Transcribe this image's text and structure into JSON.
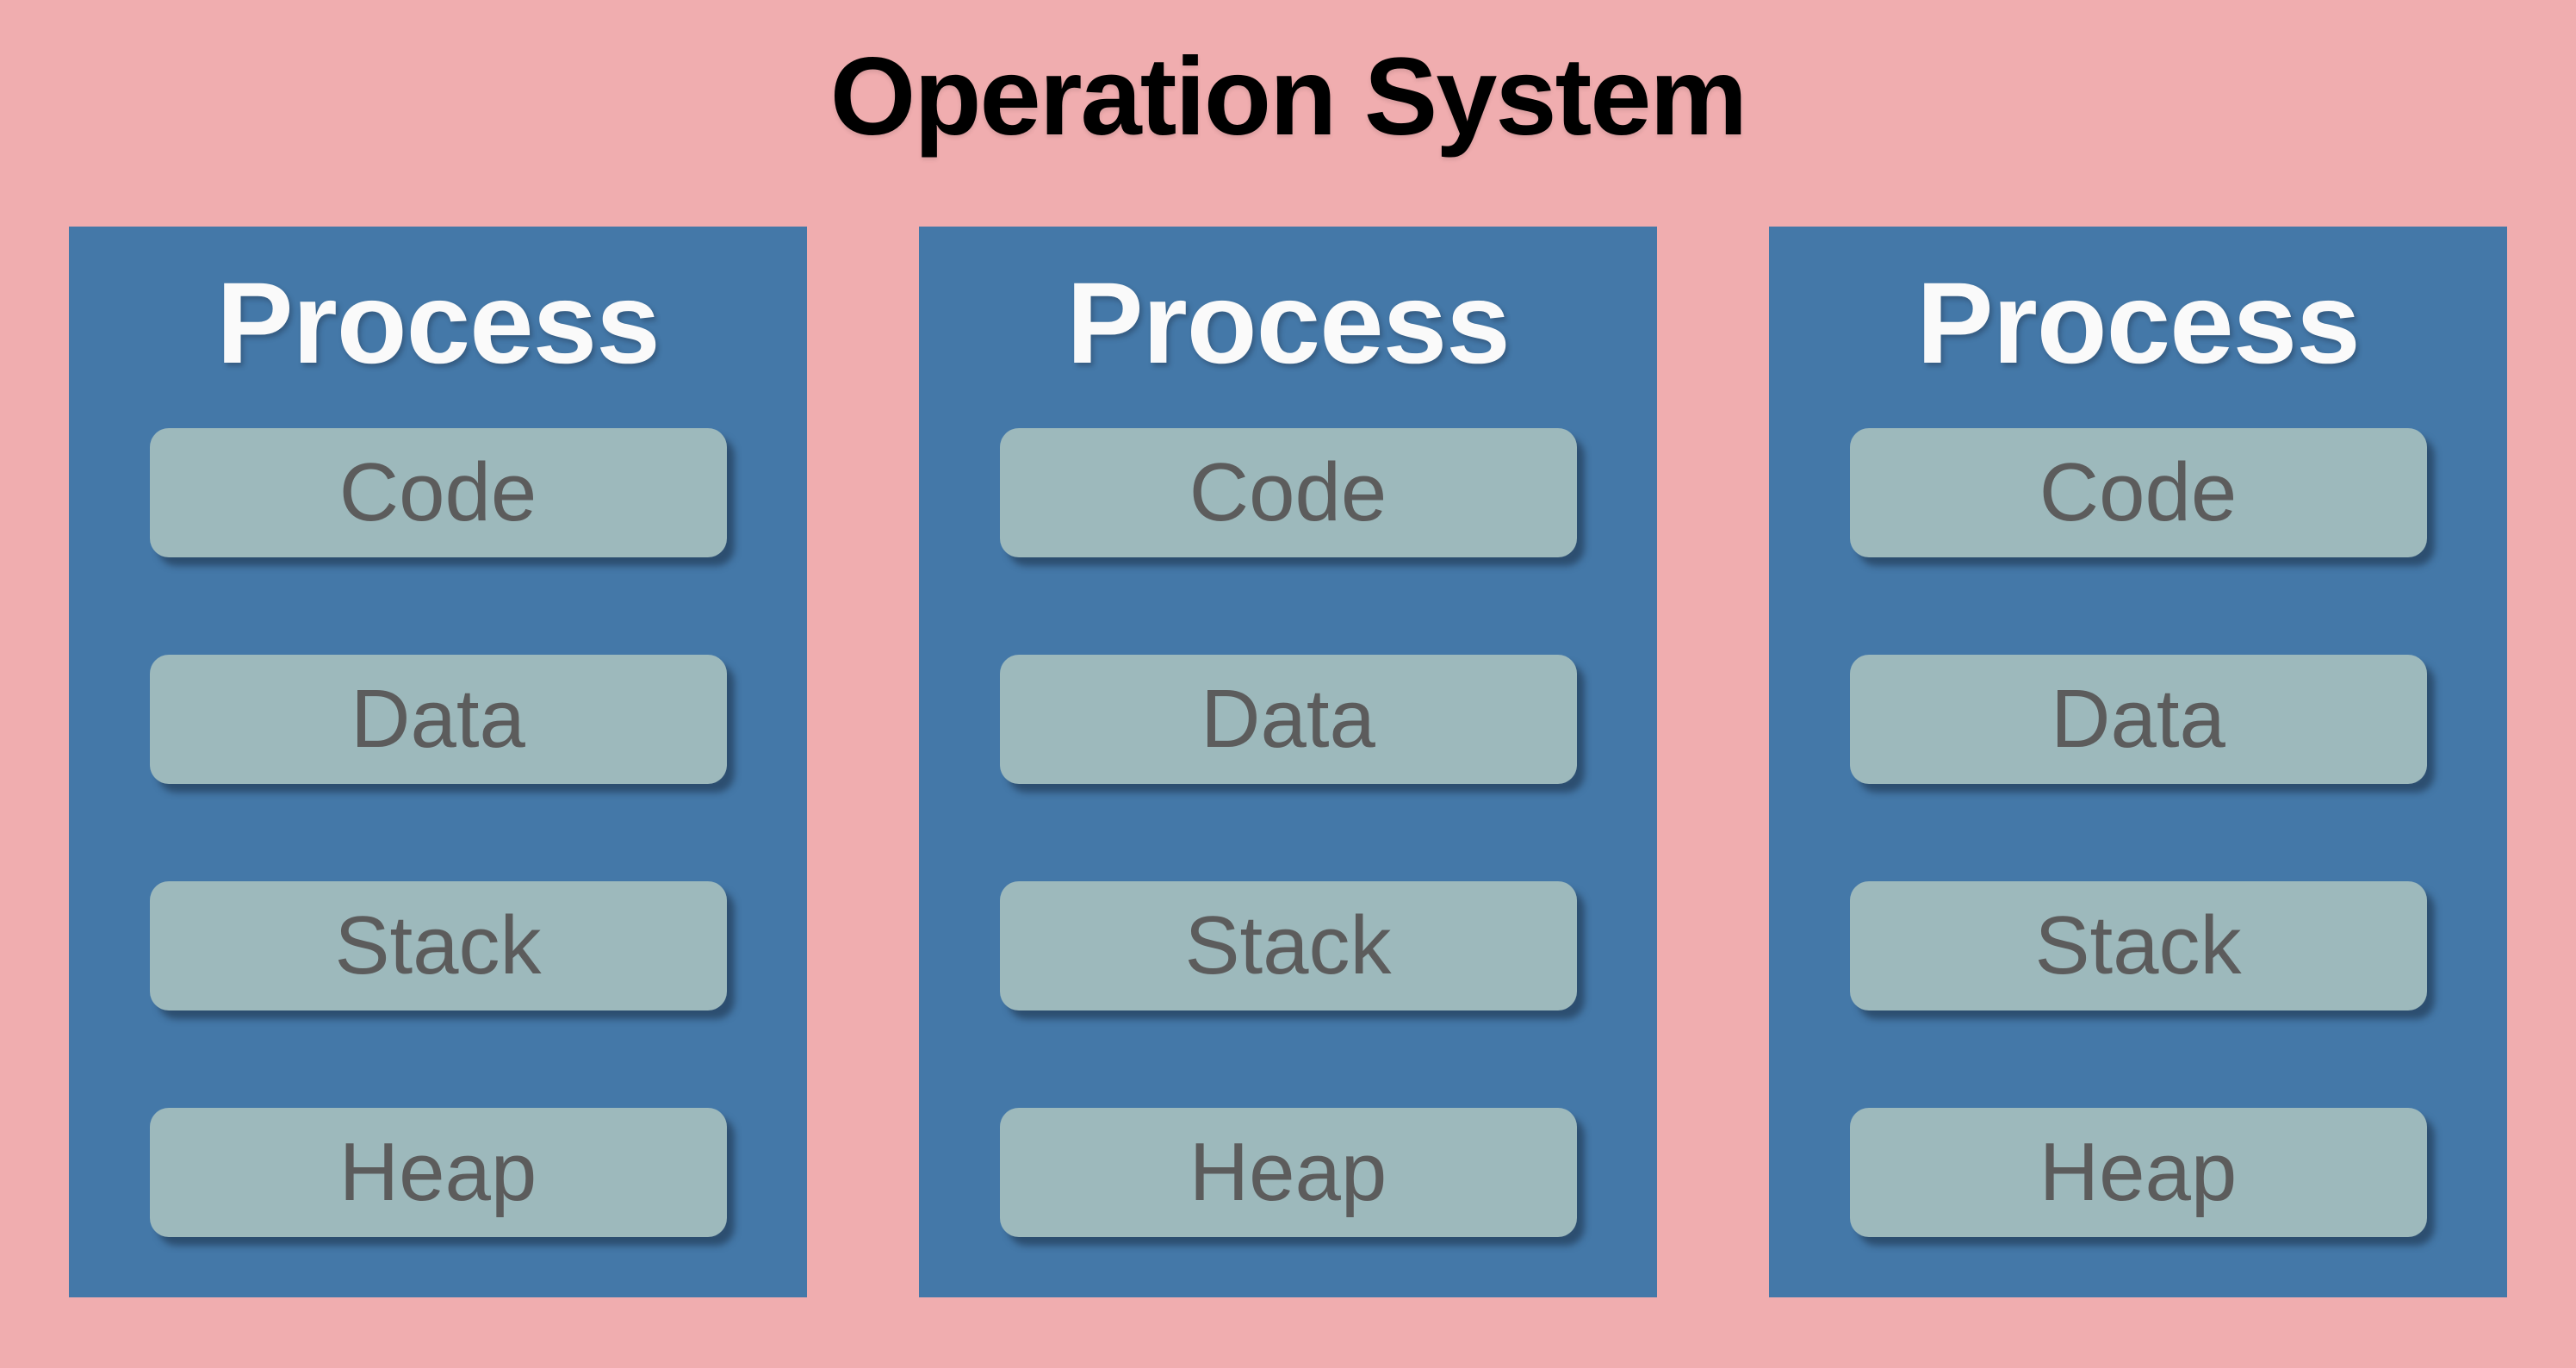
{
  "title": "Operation System",
  "colors": {
    "background": "#F0ADAF",
    "process_box": "#4478A8",
    "segment_box": "#9DB9BC",
    "segment_text": "#5C5C5C",
    "process_title_text": "#FAFAFA",
    "title_text": "#000000"
  },
  "processes": [
    {
      "title": "Process",
      "segments": [
        "Code",
        "Data",
        "Stack",
        "Heap"
      ]
    },
    {
      "title": "Process",
      "segments": [
        "Code",
        "Data",
        "Stack",
        "Heap"
      ]
    },
    {
      "title": "Process",
      "segments": [
        "Code",
        "Data",
        "Stack",
        "Heap"
      ]
    }
  ]
}
